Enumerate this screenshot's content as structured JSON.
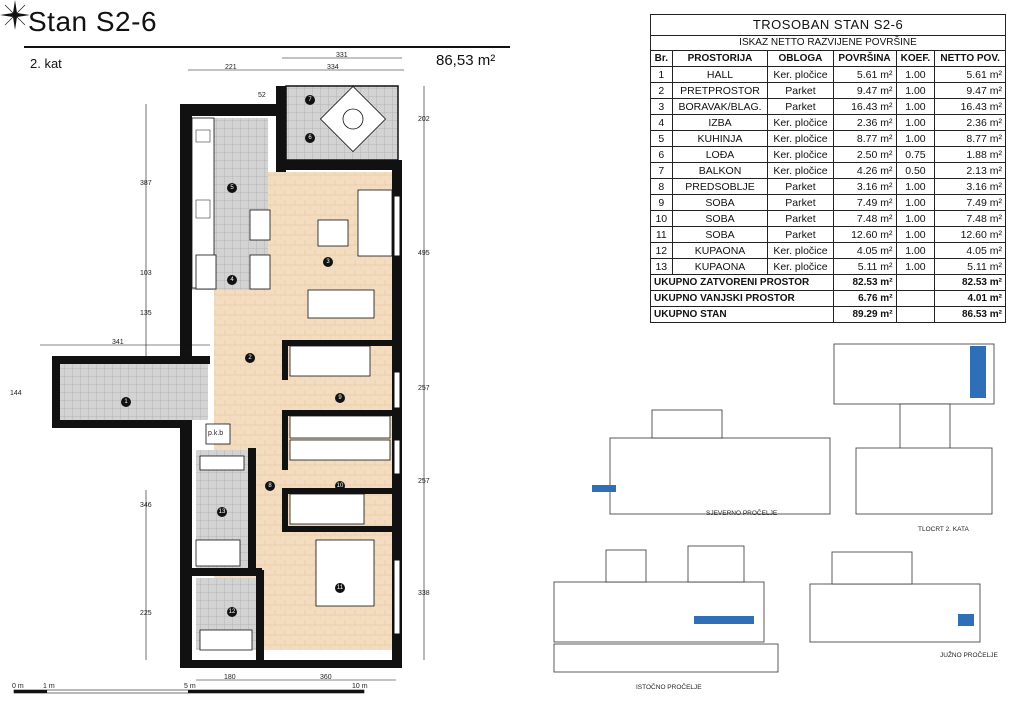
{
  "header": {
    "title": "Stan S2-6",
    "floor": "2. kat",
    "area": "86,53 m²"
  },
  "table": {
    "title": "TROSOBAN STAN S2-6",
    "subtitle": "ISKAZ NETTO RAZVIJENE POVRŠINE",
    "headers": [
      "Br.",
      "PROSTORIJA",
      "OBLOGA",
      "POVRŠINA",
      "KOEF.",
      "NETTO POV."
    ],
    "rows": [
      [
        "1",
        "HALL",
        "Ker. pločice",
        "5.61 m²",
        "1.00",
        "5.61 m²"
      ],
      [
        "2",
        "PRETPROSTOR",
        "Parket",
        "9.47 m²",
        "1.00",
        "9.47 m²"
      ],
      [
        "3",
        "BORAVAK/BLAG.",
        "Parket",
        "16.43 m²",
        "1.00",
        "16.43 m²"
      ],
      [
        "4",
        "IZBA",
        "Ker. pločice",
        "2.36 m²",
        "1.00",
        "2.36 m²"
      ],
      [
        "5",
        "KUHINJA",
        "Ker. pločice",
        "8.77 m²",
        "1.00",
        "8.77 m²"
      ],
      [
        "6",
        "LOĐA",
        "Ker. pločice",
        "2.50 m²",
        "0.75",
        "1.88 m²"
      ],
      [
        "7",
        "BALKON",
        "Ker. pločice",
        "4.26 m²",
        "0.50",
        "2.13 m²"
      ],
      [
        "8",
        "PREDSOBLJE",
        "Parket",
        "3.16 m²",
        "1.00",
        "3.16 m²"
      ],
      [
        "9",
        "SOBA",
        "Parket",
        "7.49 m²",
        "1.00",
        "7.49 m²"
      ],
      [
        "10",
        "SOBA",
        "Parket",
        "7.48 m²",
        "1.00",
        "7.48 m²"
      ],
      [
        "11",
        "SOBA",
        "Parket",
        "12.60 m²",
        "1.00",
        "12.60 m²"
      ],
      [
        "12",
        "KUPAONA",
        "Ker. pločice",
        "4.05 m²",
        "1.00",
        "4.05 m²"
      ],
      [
        "13",
        "KUPAONA",
        "Ker. pločice",
        "5.11 m²",
        "1.00",
        "5.11 m²"
      ]
    ],
    "totals": [
      [
        "UKUPNO ZATVORENI PROSTOR",
        "82.53 m²",
        "82.53 m²"
      ],
      [
        "UKUPNO VANJSKI PROSTOR",
        "6.76 m²",
        "4.01 m²"
      ],
      [
        "UKUPNO STAN",
        "89.29 m²",
        "86.53 m²"
      ]
    ]
  },
  "plan": {
    "room_numbers": [
      "1",
      "2",
      "3",
      "4",
      "5",
      "6",
      "7",
      "8",
      "9",
      "10",
      "11",
      "12",
      "13"
    ],
    "dimensions_top": [
      "221",
      "331",
      "334",
      "52"
    ],
    "dimensions_left": [
      "387",
      "103",
      "135",
      "341",
      "144",
      "346",
      "225"
    ],
    "dimensions_right": [
      "202",
      "495",
      "257",
      "257",
      "338"
    ],
    "dimensions_bottom": [
      "180",
      "360"
    ],
    "pkb_label": "p.k.b",
    "scale_labels": [
      "0 m",
      "1 m",
      "5 m",
      "10 m"
    ]
  },
  "views": {
    "north": "SJEVERNO PROČELJE",
    "floorplan": "TLOCRT 2. KATA",
    "east": "ISTOČNO PROČELJE",
    "south": "JUŽNO PROČELJE"
  },
  "colors": {
    "wall": "#111111",
    "parquet": "#f3d9b8",
    "tile": "#c9c9c9",
    "highlight": "#2f6fb8"
  }
}
